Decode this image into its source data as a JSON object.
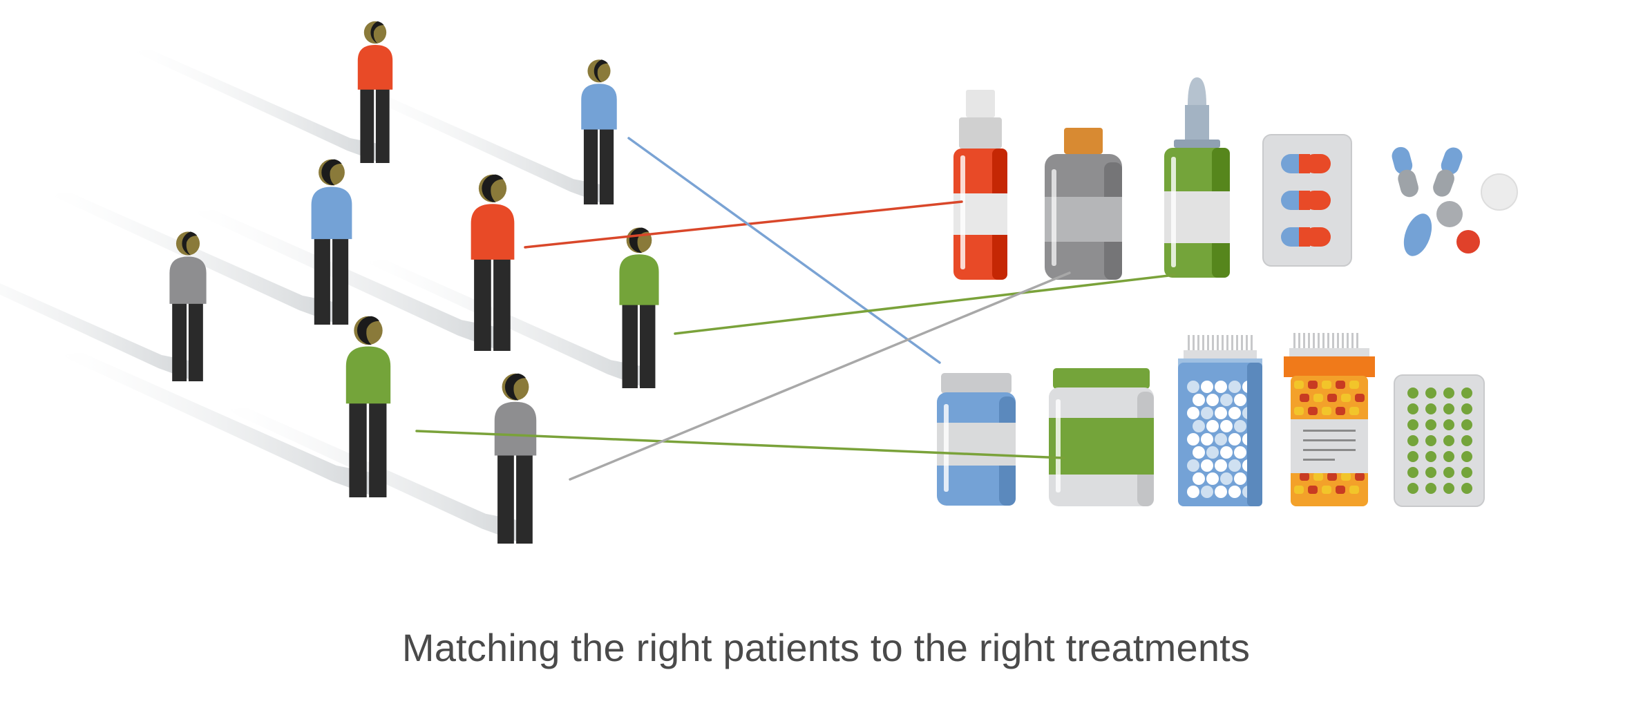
{
  "caption": "Matching the right patients to the right treatments",
  "colors": {
    "background": "#ffffff",
    "caption_text": "#4a4a4a",
    "red": "#e84a27",
    "blue": "#74a2d6",
    "green": "#74a43a",
    "gray": "#8e8e90",
    "skin": "#8a7a3a",
    "hair": "#1b1b1b",
    "pants": "#2a2a2a",
    "shadow": "#d6d9db",
    "line_red": "#d9472a",
    "line_blue": "#7aa3d4",
    "line_green": "#7aa23a",
    "line_gray": "#a8a8a8"
  },
  "diagram": {
    "people": [
      {
        "id": "person-red-back",
        "shirt": "red"
      },
      {
        "id": "person-blue-back",
        "shirt": "blue"
      },
      {
        "id": "person-blue-mid",
        "shirt": "blue"
      },
      {
        "id": "person-red-mid",
        "shirt": "red"
      },
      {
        "id": "person-gray-left",
        "shirt": "gray"
      },
      {
        "id": "person-green-mid",
        "shirt": "green"
      },
      {
        "id": "person-green-front",
        "shirt": "green"
      },
      {
        "id": "person-gray-front",
        "shirt": "gray"
      }
    ],
    "treatments": [
      {
        "id": "spray-bottle-red",
        "color": "red"
      },
      {
        "id": "medicine-bottle-gray",
        "color": "gray"
      },
      {
        "id": "dropper-bottle-green",
        "color": "green"
      },
      {
        "id": "capsule-blister-pack",
        "color": "gray"
      },
      {
        "id": "loose-pills",
        "color": "blue"
      },
      {
        "id": "jar-blue",
        "color": "blue"
      },
      {
        "id": "jar-green",
        "color": "green"
      },
      {
        "id": "pill-bottle-blue",
        "color": "blue"
      },
      {
        "id": "pill-bottle-orange",
        "color": "red"
      },
      {
        "id": "tablet-blister-pack-green",
        "color": "green"
      }
    ],
    "connections": [
      {
        "from": "person-red-mid",
        "to": "spray-bottle-red",
        "color": "line_red"
      },
      {
        "from": "person-blue-back",
        "to": "jar-blue",
        "color": "line_blue"
      },
      {
        "from": "person-green-mid",
        "to": "dropper-bottle-green",
        "color": "line_green"
      },
      {
        "from": "person-green-front",
        "to": "jar-green",
        "color": "line_green"
      },
      {
        "from": "person-gray-front",
        "to": "medicine-bottle-gray",
        "color": "line_gray"
      }
    ]
  }
}
